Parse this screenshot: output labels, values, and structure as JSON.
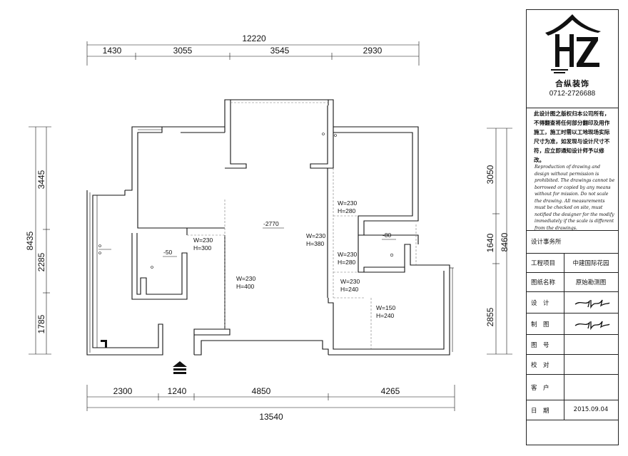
{
  "dimensions": {
    "top_total": "12220",
    "top_segments": [
      "1430",
      "3055",
      "3545",
      "2930"
    ],
    "bottom_total": "13540",
    "bottom_segments": [
      "2300",
      "1240",
      "4850",
      "4265"
    ],
    "left_total": "8435",
    "left_segments": [
      "3445",
      "2285",
      "1785"
    ],
    "right_total": "8460",
    "right_segments": [
      "3050",
      "1640",
      "2855"
    ]
  },
  "room_labels": {
    "w230_h300": [
      "W=230",
      "H=300"
    ],
    "w230_h400": [
      "W=230",
      "H=400"
    ],
    "w230_h380": [
      "W=230",
      "H=380"
    ],
    "w230_h280_a": [
      "W=230",
      "H=280"
    ],
    "w230_h280_b": [
      "W=230",
      "H=280"
    ],
    "w230_h240": [
      "W=230",
      "H=240"
    ],
    "w150_h240": [
      "W=150",
      "H=240"
    ],
    "level_main": "-2770",
    "level_left": "-50",
    "level_right": "-80"
  },
  "title_block": {
    "company": "合纵装饰",
    "phone": "0712-2726688",
    "notice_cn": "此设计图之版权归本公司所有，不得翻查将任何部分翻印及用作施工，施工时需以工地现场实际尺寸为准，如发现与设计尺寸不符，应立即通知设计师予以修改。",
    "notice_en": "Reproduction of drawing and design without permission is prohibited. The drawings cannot be borrowed or copied by any means without for mission. Do not scale the drawing. All measurements must be checked on site, must notified the designer for the modify immediately if the scale is different from the drawings.",
    "design_office": "设计事务所",
    "rows": [
      {
        "key": "工程项目",
        "value": "中建国际花园"
      },
      {
        "key": "图纸名称",
        "value": "原始勘测图"
      },
      {
        "key": "设　计",
        "value": ""
      },
      {
        "key": "制　图",
        "value": ""
      },
      {
        "key": "图　号",
        "value": ""
      },
      {
        "key": "校　对",
        "value": ""
      },
      {
        "key": "客　户",
        "value": ""
      },
      {
        "key": "日　期",
        "value": "2015.09.04"
      }
    ]
  },
  "colors": {
    "ink": "#111111",
    "paper": "#ffffff"
  }
}
